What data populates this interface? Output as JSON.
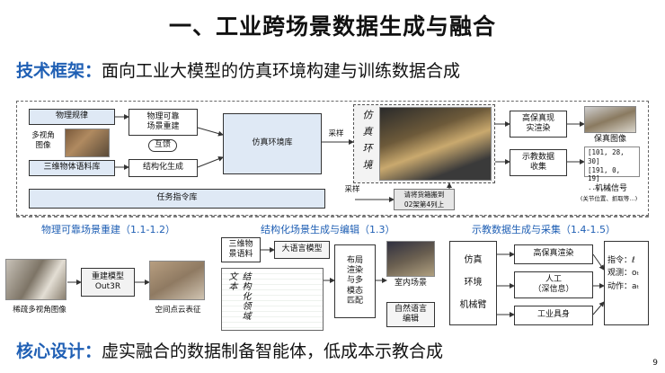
{
  "title": "一、工业跨场景数据生成与融合",
  "subtitle": {
    "label": "技术框架：",
    "text": "面向工业大模型的仿真环境构建与训练数据合成"
  },
  "top": {
    "physics_rules": "物理规律",
    "multiview": "多视角\n图像",
    "objects_lib": "三维物体语料库",
    "physical_recon": "物理可靠\n场景重建",
    "mutual": "互馈",
    "structured_gen": "结构化生成",
    "sim_lib": "仿真环境库",
    "sample1": "采样",
    "sample2": "采样",
    "sim_env_label": "仿\n真\n环\n境",
    "hifi_render": "高保真现\n实渲染",
    "hifi_image": "保真图像",
    "demo_collect": "示教数据\n收集",
    "robot_values": "[101, 28, 30]\n[191, 0, 19]\n......",
    "robot_signal": "机械信号",
    "robot_signal_sub": "(关节位置、抓取等...)",
    "task_lib": "任务指令库",
    "instruction": "请将货箱搬到\n02架第4列上"
  },
  "bottom": {
    "sect1": "物理可靠场景重建（1.1-1.2）",
    "sect2": "结构化场景生成与编辑（1.3）",
    "sect3": "示教数据生成与采集（1.4-1.5）",
    "recon_model": "重建模型\nOut3R",
    "sparse_img": "稀疏多视角图像",
    "pointcloud": "空间点云表征",
    "obj_corpus": "三维物\n景语料",
    "llm": "大语言模型",
    "struct_text": "结构化领域文本",
    "layout": "布局\n渲染\n与多\n模态\n匹配",
    "indoor": "室内场景",
    "nl_edit": "自然语言\n编辑",
    "sim_label": "仿真\n\n环境\n\n机械臂",
    "hifi": "高保真渲染",
    "human": "人工\n（深信息）",
    "tools": "工业具身",
    "result": "指令：ℓ\n观测：oₜ\n动作：aₜ"
  },
  "footer": {
    "label": "核心设计：",
    "text": "虚实融合的数据制备智能体，低成本示教合成"
  },
  "page_number": "9"
}
